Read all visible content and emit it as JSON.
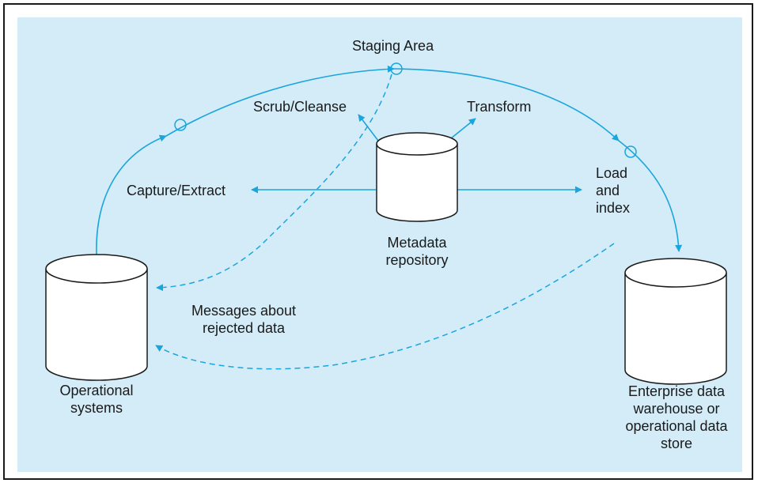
{
  "labels": {
    "staging_area": "Staging Area",
    "scrub_cleanse": "Scrub/Cleanse",
    "transform": "Transform",
    "capture_extract": "Capture/Extract",
    "load_and_index_line1": "Load",
    "load_and_index_line2": "and",
    "load_and_index_line3": "index",
    "metadata_line1": "Metadata",
    "metadata_line2": "repository",
    "rejected_line1": "Messages about",
    "rejected_line2": "rejected data",
    "operational_line1": "Operational",
    "operational_line2": "systems",
    "ewh_line1": "Enterprise data",
    "ewh_line2": "warehouse or",
    "ewh_line3": "operational data",
    "ewh_line4": "store"
  },
  "colors": {
    "background": "#d3ecf8",
    "flow": "#1aa6dc",
    "cylinder_stroke": "#1a1a1a",
    "cylinder_fill": "#ffffff",
    "text": "#1a1a1a"
  }
}
